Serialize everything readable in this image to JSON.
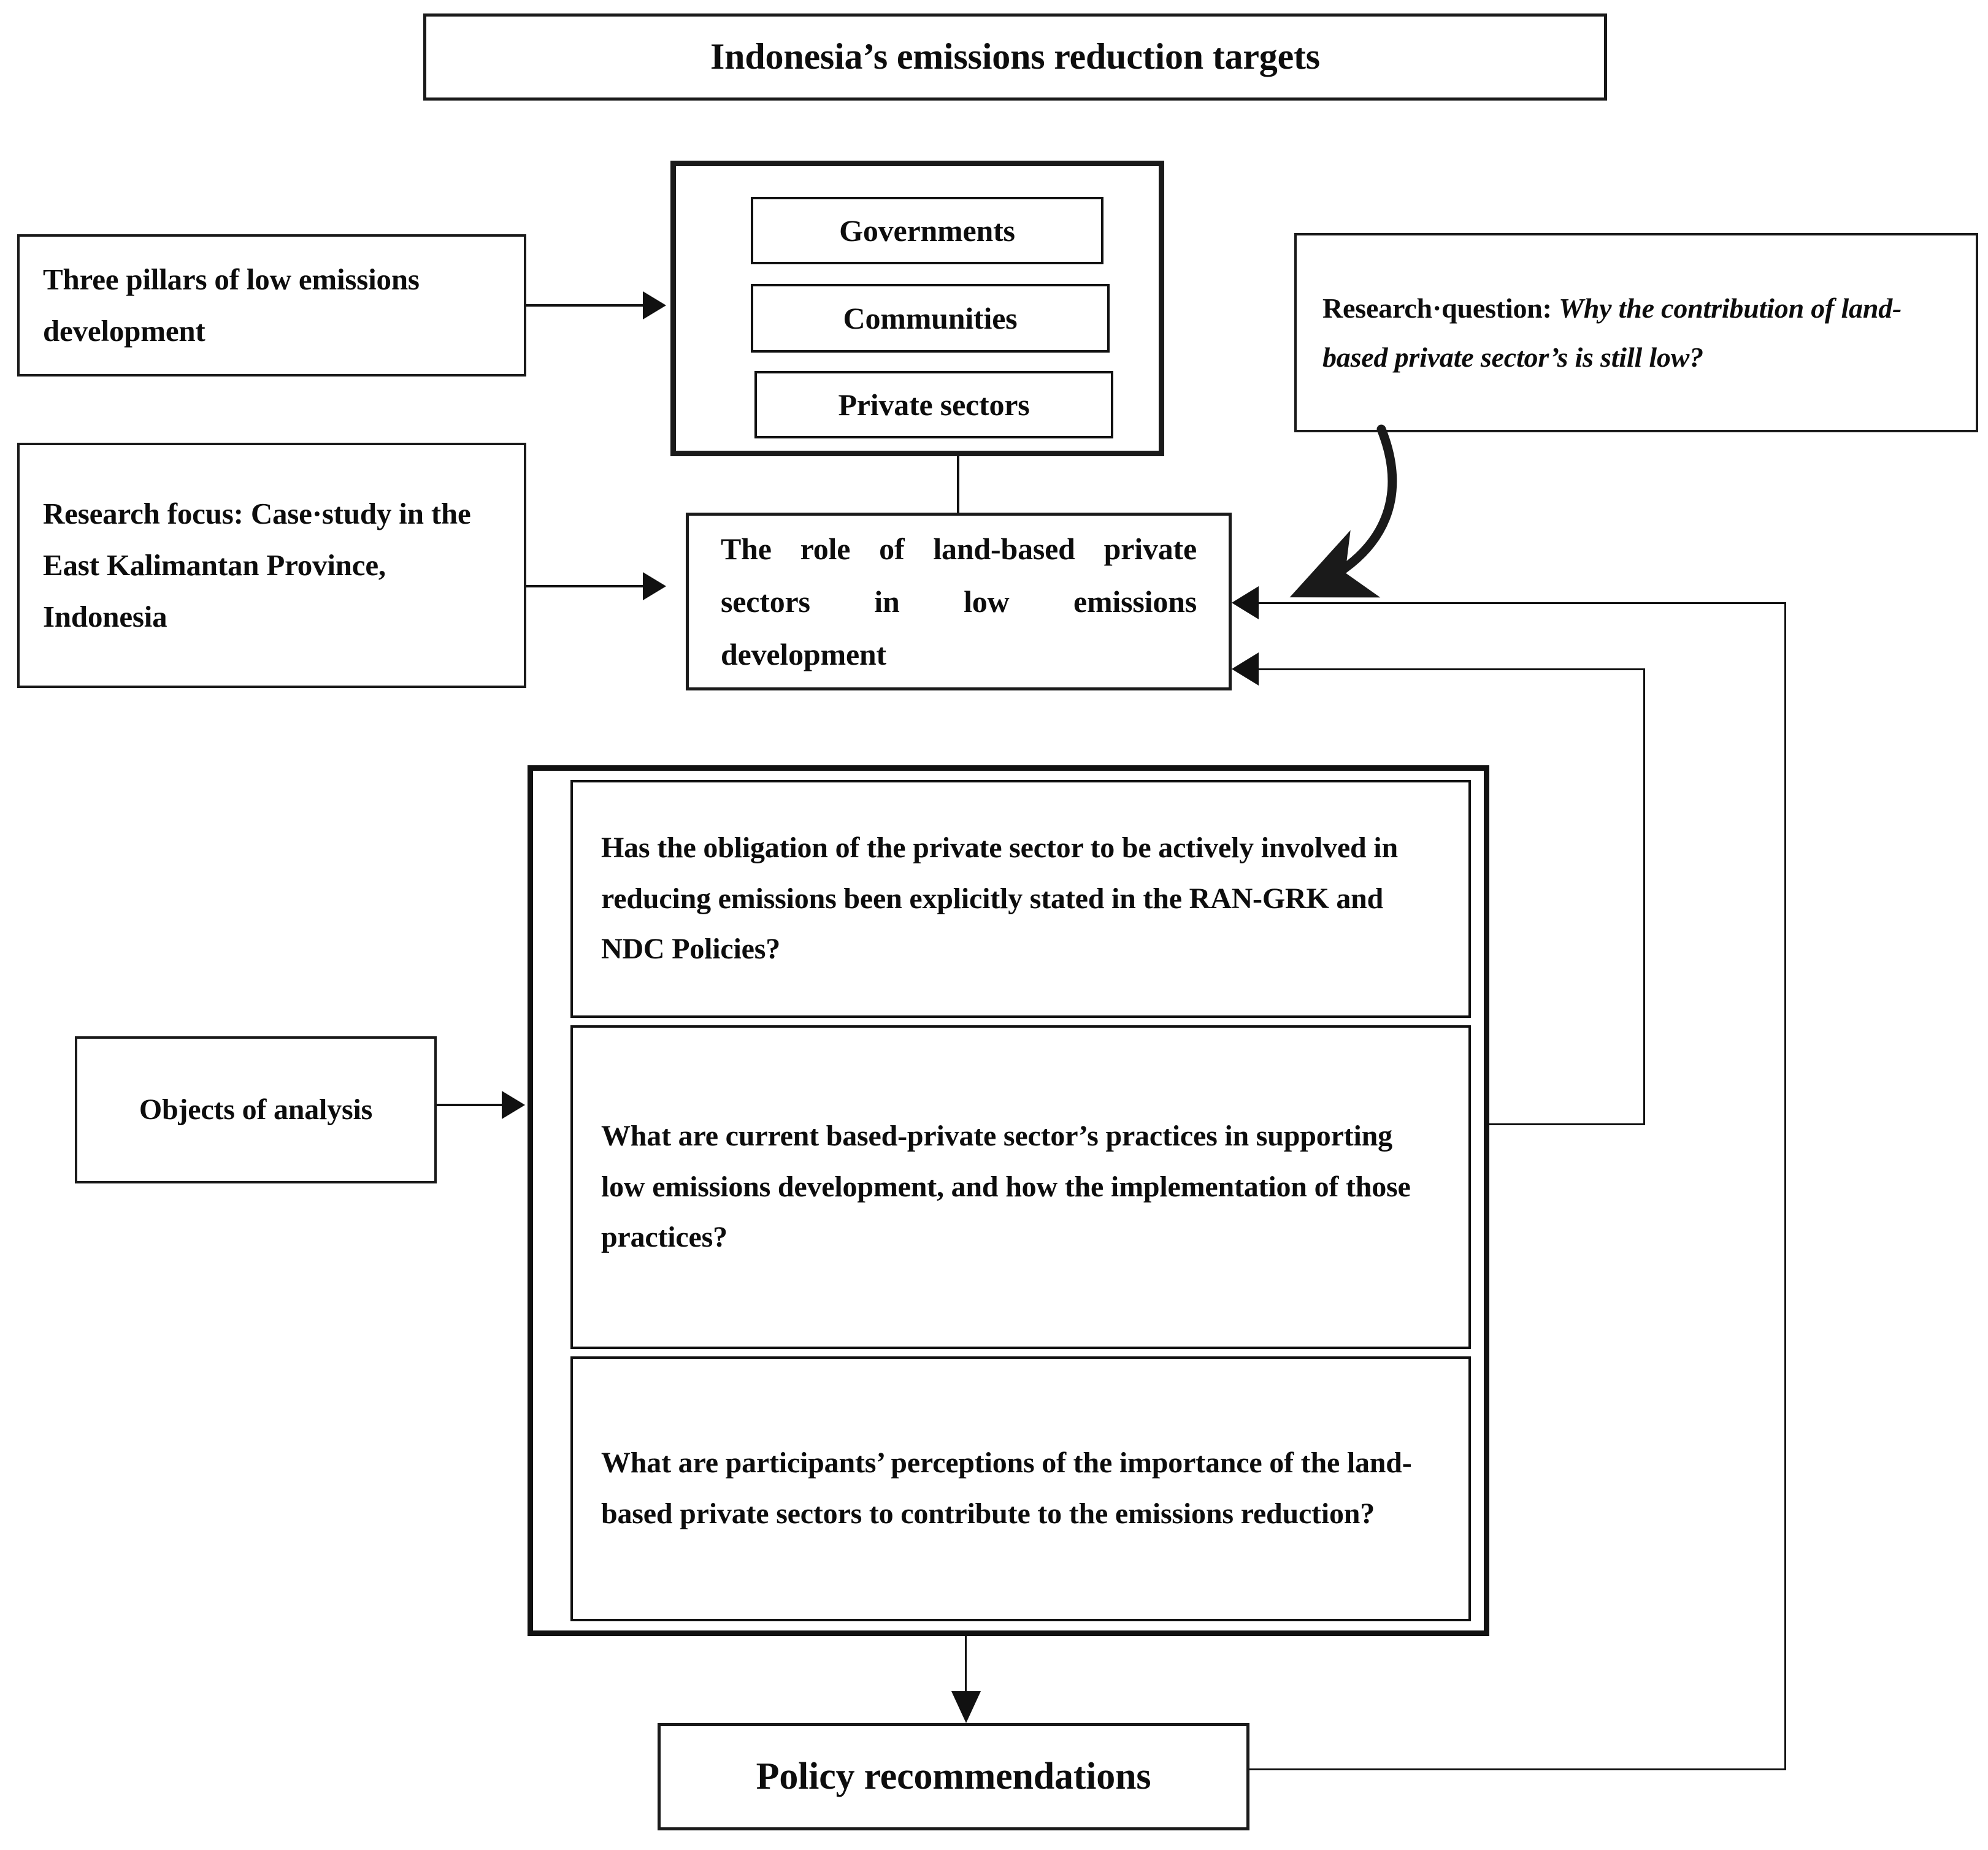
{
  "diagram": {
    "title_box": {
      "label": "Indonesia’s emissions reduction targets"
    },
    "three_pillars": {
      "label": "Three pillars of low emissions development"
    },
    "pillars_group": {
      "items": [
        {
          "label": "Governments"
        },
        {
          "label": "Communities"
        },
        {
          "label": "Private sectors"
        }
      ]
    },
    "research_focus": {
      "label": "Research focus: Case·study in the East Kalimantan Province, Indonesia"
    },
    "research_question": {
      "prefix": "Research·question: ",
      "question": "Why the contribution of land-based private sector’s is still low?"
    },
    "role_box": {
      "label": "The role of land-based private sectors in low emissions development"
    },
    "objects_of_analysis": {
      "label": "Objects of analysis"
    },
    "questions": [
      {
        "label": "Has the obligation of the private sector to be actively involved in reducing emissions been explicitly stated in the RAN-GRK and NDC Policies?"
      },
      {
        "label": "What are current based-private sector’s practices in supporting low emissions development, and how the implementation of those practices?"
      },
      {
        "label": "What are participants’ perceptions of the importance of the land-based private sectors to contribute to the emissions reduction?"
      }
    ],
    "policy_recommendations": {
      "label": "Policy recommendations"
    },
    "colors": {
      "stroke": "#111111",
      "text": "#0d0d0d",
      "background": "#ffffff"
    }
  }
}
